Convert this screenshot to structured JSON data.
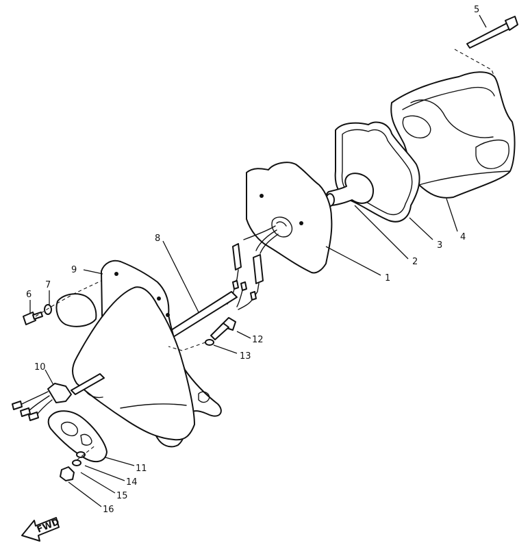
{
  "diagram": {
    "callouts": [
      {
        "label": "1"
      },
      {
        "label": "2"
      },
      {
        "label": "3"
      },
      {
        "label": "4"
      },
      {
        "label": "5"
      },
      {
        "label": "6"
      },
      {
        "label": "7"
      },
      {
        "label": "8"
      },
      {
        "label": "9"
      },
      {
        "label": "10"
      },
      {
        "label": "11"
      },
      {
        "label": "12"
      },
      {
        "label": "13"
      },
      {
        "label": "14"
      },
      {
        "label": "15"
      },
      {
        "label": "16"
      }
    ],
    "direction_label": "FWD"
  }
}
